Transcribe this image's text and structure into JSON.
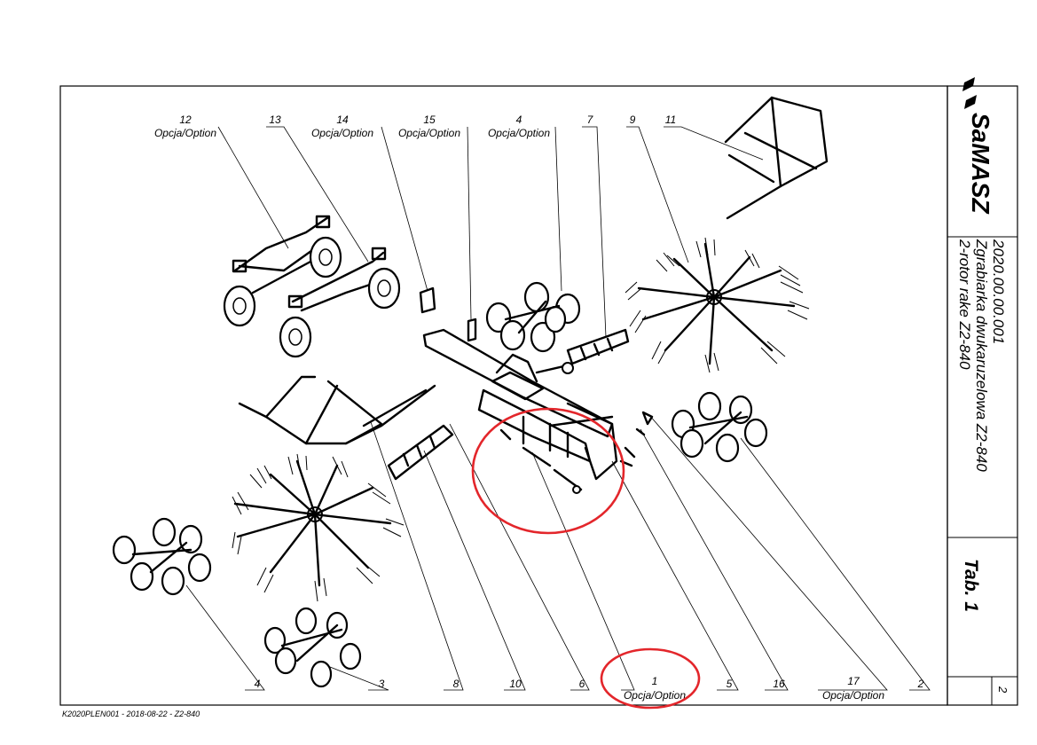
{
  "brand": {
    "logo": "SaMASZ",
    "logo_icon": "samasz-slash-mark"
  },
  "title_block": {
    "code": "2020.00.00.001",
    "name_pl": "Zgrabiarka dwukaruzelowa Z2-840",
    "name_en": "2-rotor rake Z2-840",
    "table": "Tab. 1",
    "page": "2"
  },
  "footer": {
    "doc_ref": "K2020PLEN001 - 2018-08-22 - Z2-840"
  },
  "callouts": {
    "c12": {
      "num": "12",
      "note": "Opcja/Option"
    },
    "c13": {
      "num": "13"
    },
    "c14": {
      "num": "14",
      "note": "Opcja/Option"
    },
    "c15": {
      "num": "15",
      "note": "Opcja/Option"
    },
    "c4top": {
      "num": "4",
      "note": "Opcja/Option"
    },
    "c7": {
      "num": "7"
    },
    "c9": {
      "num": "9"
    },
    "c11": {
      "num": "11"
    },
    "c4bot": {
      "num": "4"
    },
    "c3": {
      "num": "3"
    },
    "c8": {
      "num": "8"
    },
    "c10": {
      "num": "10"
    },
    "c6": {
      "num": "6"
    },
    "c1": {
      "num": "1",
      "note": "Opcja/Option"
    },
    "c5": {
      "num": "5"
    },
    "c16": {
      "num": "16"
    },
    "c17": {
      "num": "17",
      "note": "Opcja/Option"
    },
    "c2": {
      "num": "2"
    }
  },
  "highlight_color": "#e3262b"
}
